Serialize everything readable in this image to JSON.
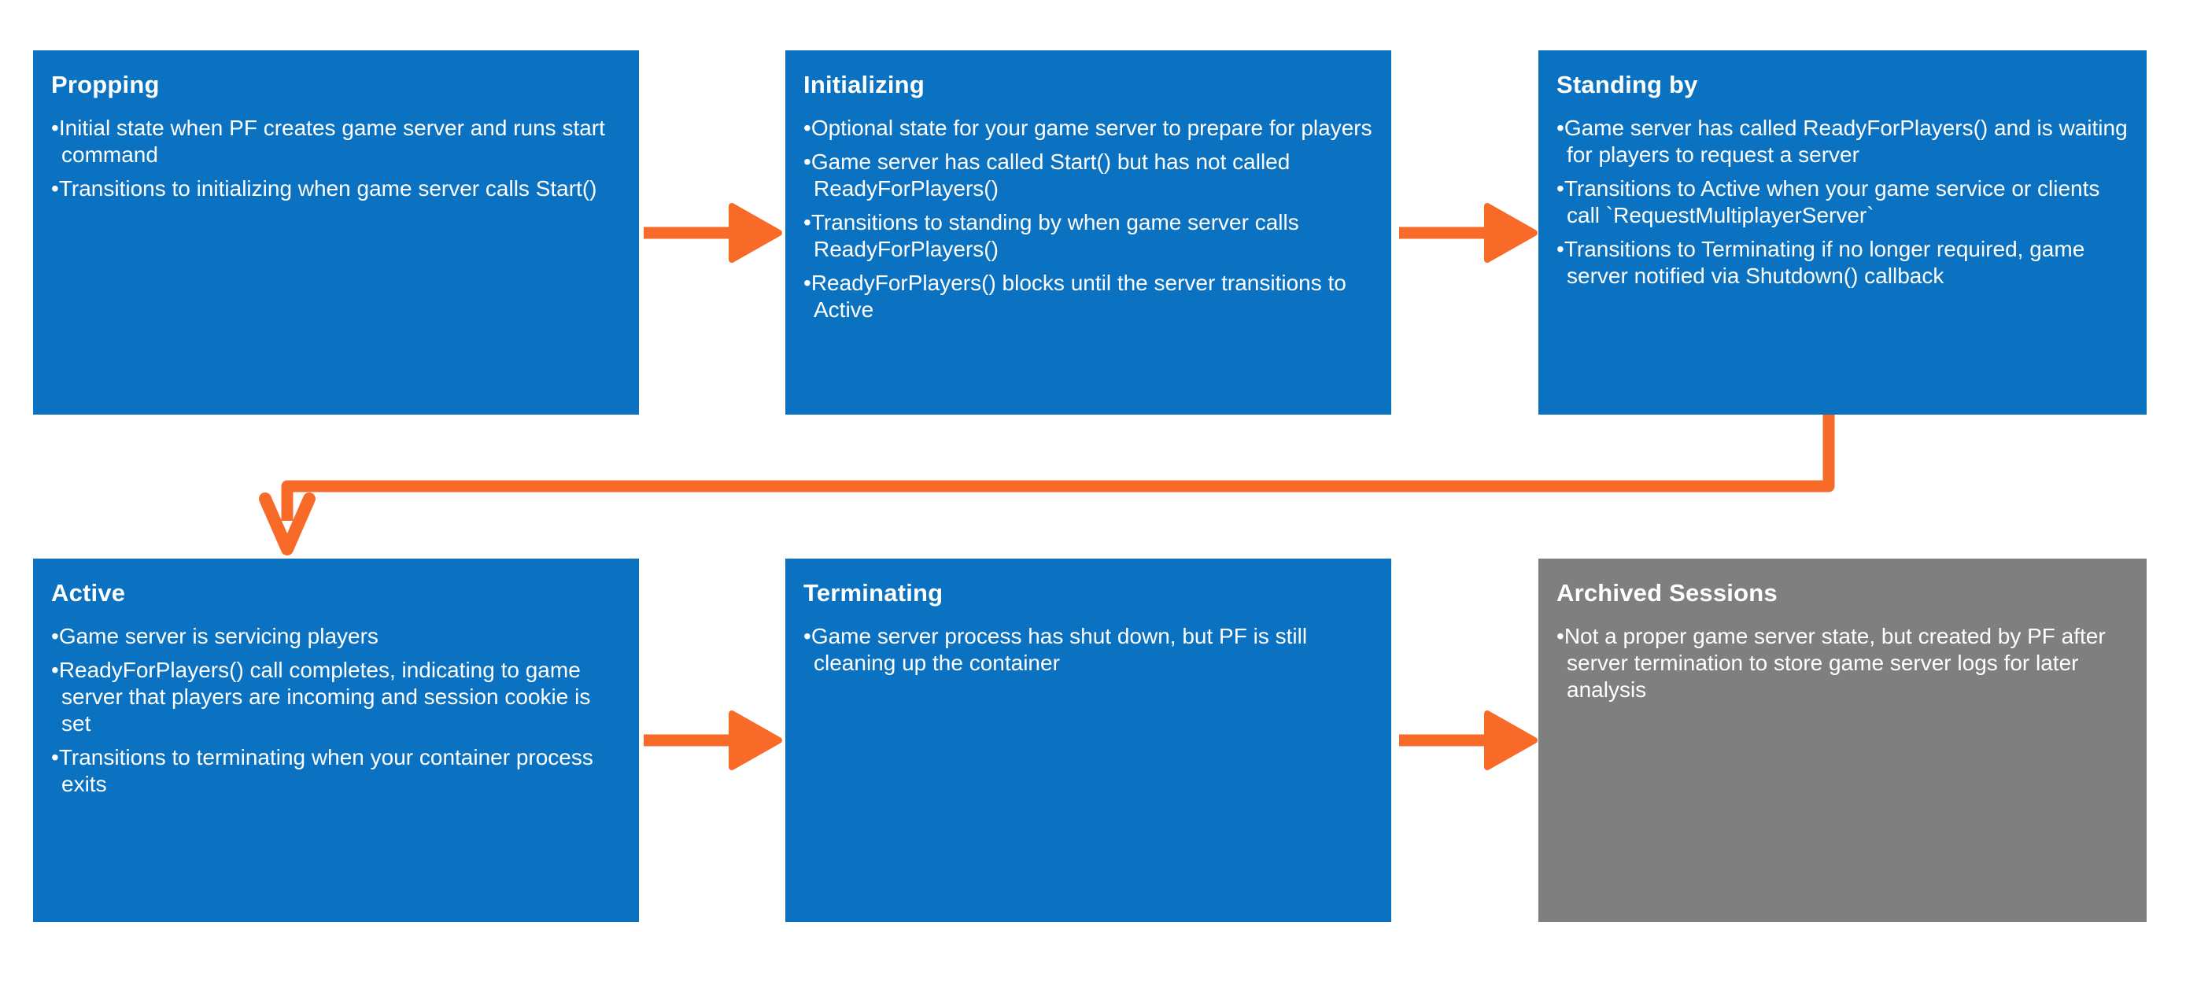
{
  "colors": {
    "box_blue": "#0b72c2",
    "box_gray": "#7f7f7f",
    "arrow_orange": "#f76a28",
    "text": "#ffffff",
    "background": "#ffffff"
  },
  "boxes": [
    {
      "title": "Propping",
      "variant": "blue",
      "bullets": [
        "Initial state when PF creates game server and runs start command",
        "Transitions to initializing when game server calls Start()"
      ]
    },
    {
      "title": "Initializing",
      "variant": "blue",
      "bullets": [
        "Optional state for your game server to prepare for players",
        "Game server has called Start() but has not called ReadyForPlayers()",
        "Transitions to standing by when game server calls ReadyForPlayers()",
        "ReadyForPlayers() blocks until the server transitions to Active"
      ]
    },
    {
      "title": "Standing by",
      "variant": "blue",
      "bullets": [
        "Game server has called ReadyForPlayers() and is waiting for players to request a server",
        "Transitions to Active when your game service or clients call `RequestMultiplayerServer`",
        "Transitions to Terminating if no longer required, game server notified via Shutdown() callback"
      ]
    },
    {
      "title": "Active",
      "variant": "blue",
      "bullets": [
        "Game server is servicing players",
        "ReadyForPlayers() call completes, indicating to game server that players are incoming and session cookie is set",
        "Transitions to terminating when your container process exits"
      ]
    },
    {
      "title": "Terminating",
      "variant": "blue",
      "bullets": [
        "Game server process has shut down, but PF is still cleaning up the container"
      ]
    },
    {
      "title": "Archived Sessions",
      "variant": "gray",
      "bullets": [
        "Not a proper game server state, but created by PF after server termination to store game server logs for later analysis"
      ]
    }
  ]
}
